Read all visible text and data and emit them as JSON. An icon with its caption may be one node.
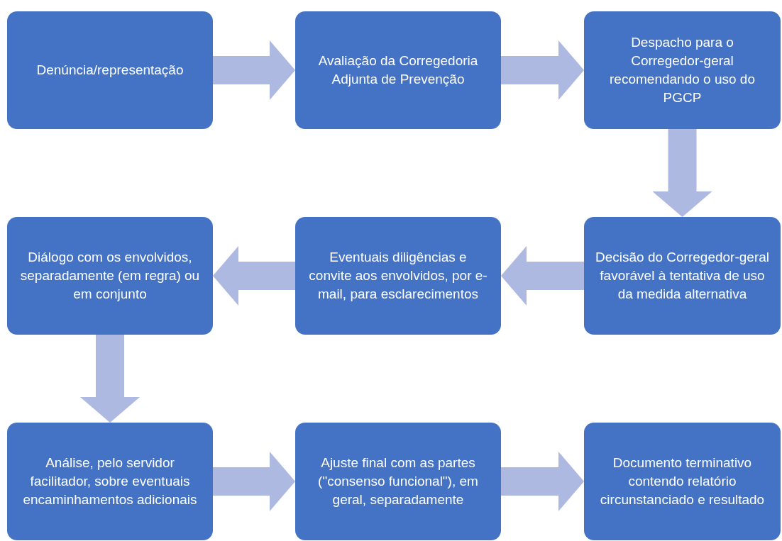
{
  "diagram": {
    "nodes": [
      {
        "text": [
          "Denúncia/representação"
        ]
      },
      {
        "text": [
          "Avaliação da Corregedoria Adjunta de Prevenção"
        ]
      },
      {
        "text": [
          "Despacho para o Corregedor-geral recomendando o uso do PGCP"
        ]
      },
      {
        "text": [
          "Diálogo com os envolvidos, separadamente (em regra) ou em conjunto"
        ]
      },
      {
        "text": [
          "Eventuais diligências e convite aos envolvidos, por e-mail, para esclarecimentos"
        ]
      },
      {
        "text": [
          "Decisão do Corregedor-geral favorável à tentativa de uso da medida alternativa"
        ]
      },
      {
        "text": [
          "Análise, pelo servidor facilitador, sobre eventuais encaminhamentos adicionais"
        ]
      },
      {
        "text": [
          "Ajuste final com as partes (\"consenso funcional\"), em geral, separadamente"
        ]
      },
      {
        "text": [
          "Documento terminativo contendo relatório circunstanciado e resultado"
        ]
      }
    ],
    "edges": [
      {
        "from": 0,
        "to": 1,
        "arrow": "to"
      },
      {
        "from": 1,
        "to": 2,
        "arrow": "to"
      },
      {
        "from": 2,
        "to": 5,
        "arrow": "to"
      },
      {
        "from": 5,
        "to": 4,
        "arrow": "to"
      },
      {
        "from": 4,
        "to": 3,
        "arrow": "to"
      },
      {
        "from": 3,
        "to": 6,
        "arrow": "to"
      },
      {
        "from": 6,
        "to": 7,
        "arrow": "to"
      },
      {
        "from": 7,
        "to": 8,
        "arrow": "to"
      }
    ]
  }
}
